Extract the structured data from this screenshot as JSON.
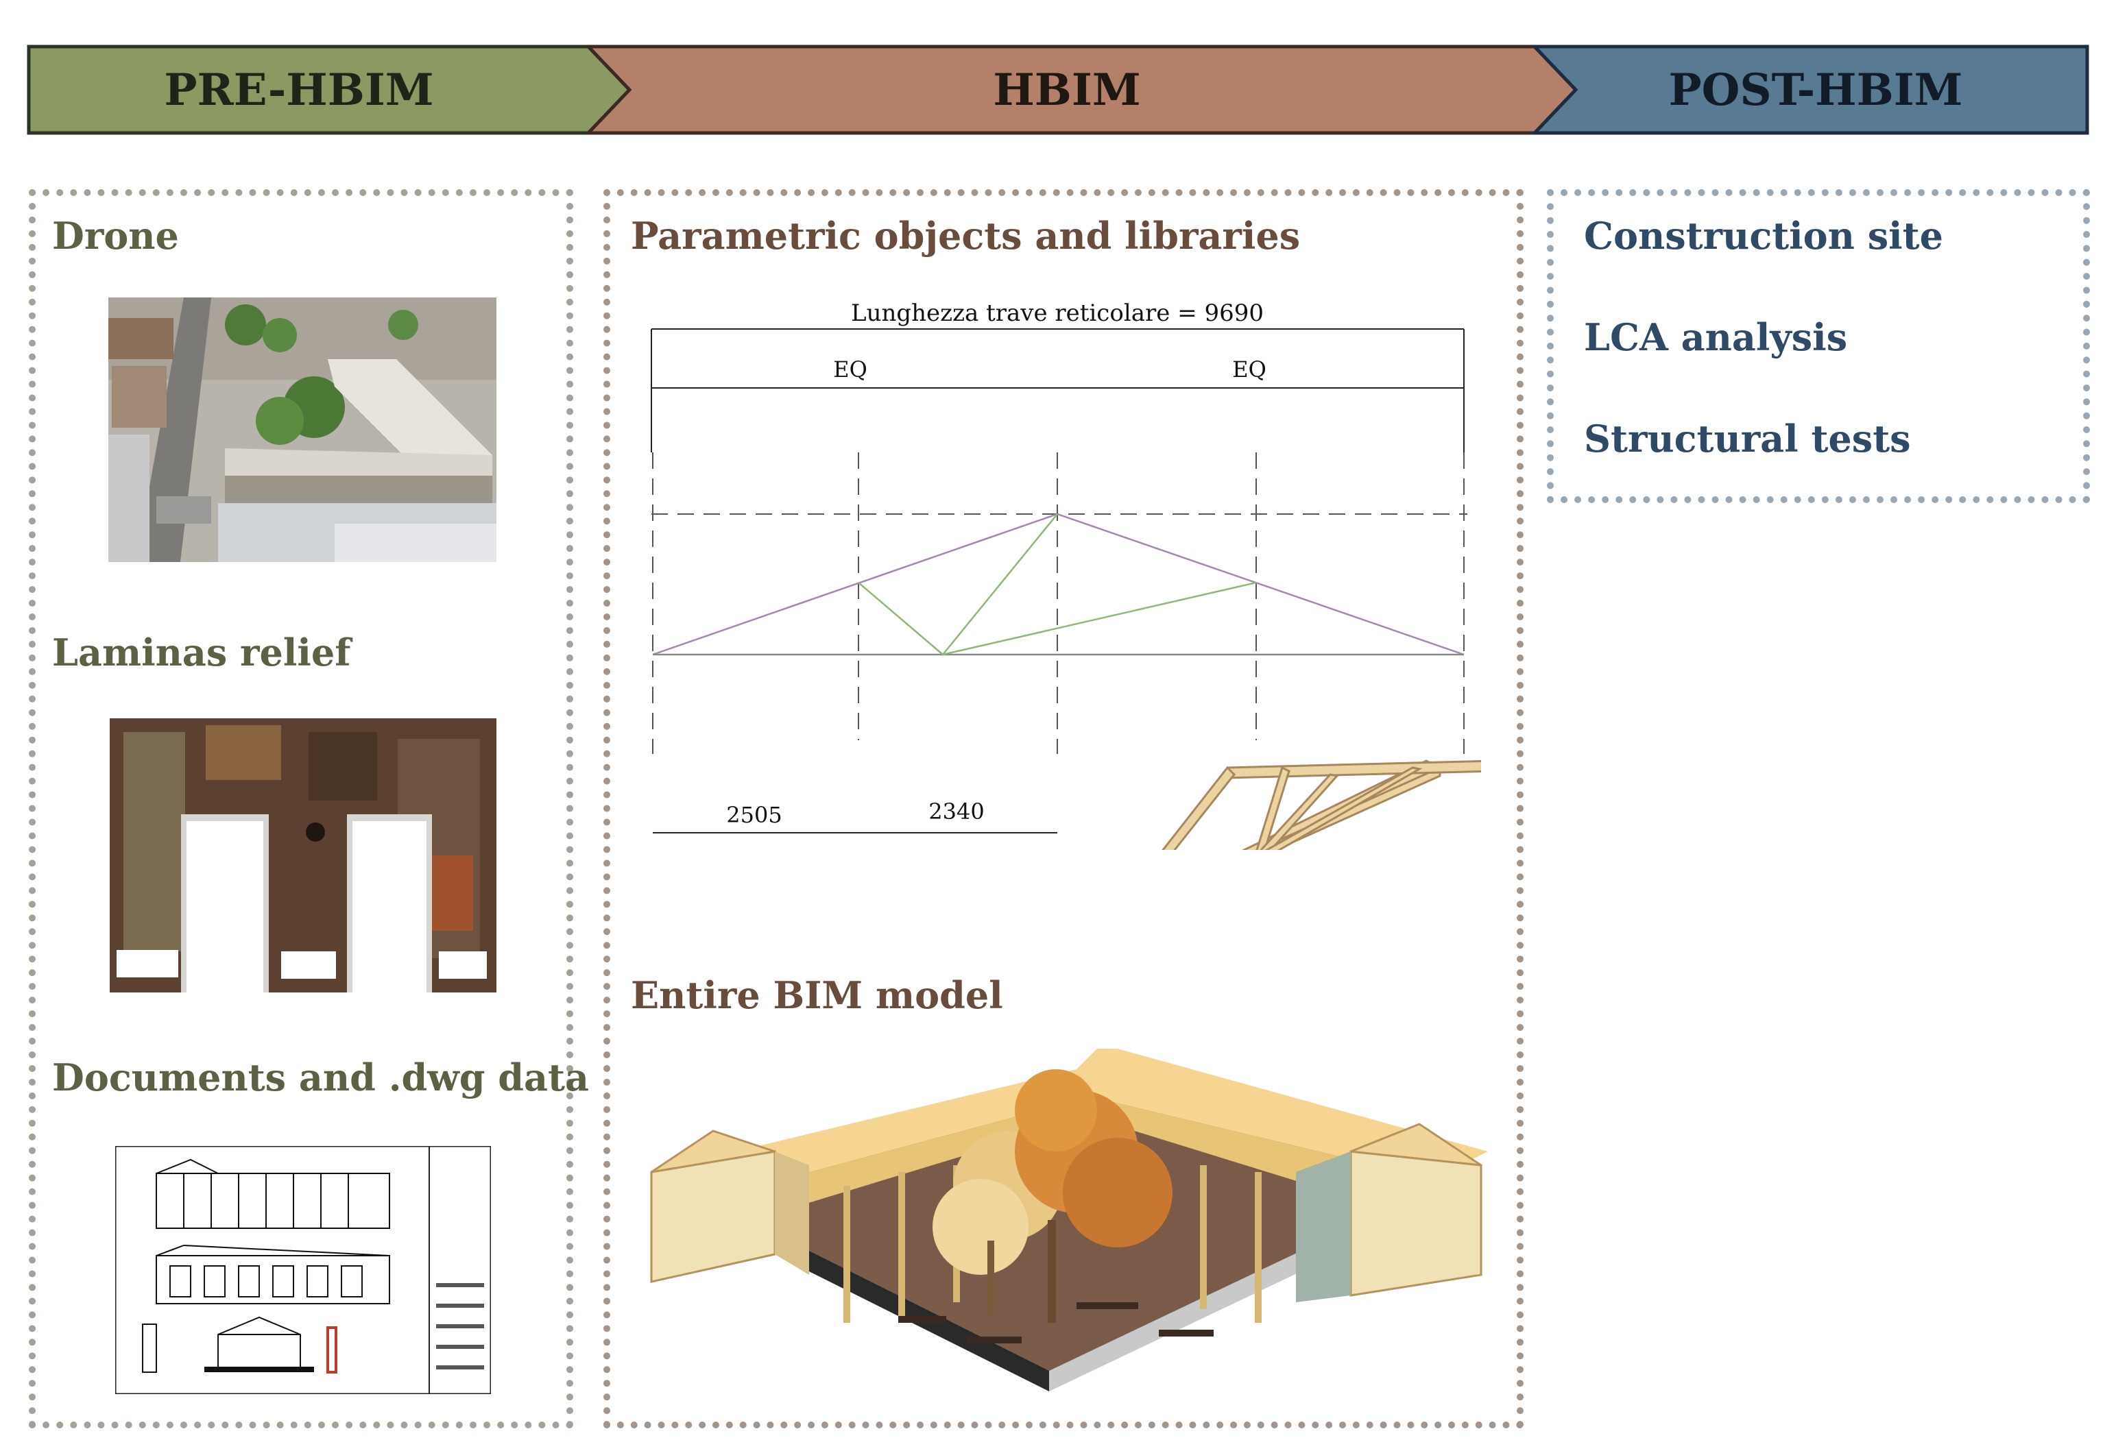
{
  "phases": {
    "pre": {
      "label": "PRE-HBIM",
      "color": "#8a9a62"
    },
    "hbim": {
      "label": "HBIM",
      "color": "#b5806a"
    },
    "post": {
      "label": "POST-HBIM",
      "color": "#587a93"
    }
  },
  "pre_hbim": {
    "drone": "Drone",
    "laminas": "Laminas relief",
    "documents": "Documents and .dwg data"
  },
  "hbim": {
    "parametric": "Parametric objects and libraries",
    "truss": {
      "length_label": "Lunghezza trave reticolare = 9690",
      "eq_left": "EQ",
      "eq_right": "EQ",
      "dim_1": "2505",
      "dim_2": "2340"
    },
    "bim_model": "Entire BIM model"
  },
  "post_hbim": {
    "items": [
      "Construction site",
      "LCA analysis",
      "Structural tests"
    ]
  }
}
